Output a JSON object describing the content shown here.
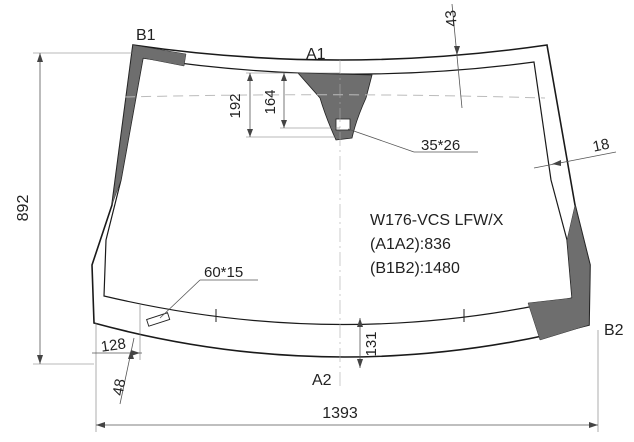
{
  "points": {
    "a1": "A1",
    "a2": "A2",
    "b1": "B1",
    "b2": "B2"
  },
  "dimensions": {
    "height_total": "892",
    "width_total": "1393",
    "top_edge": "43",
    "side_edge": "18",
    "sensor_outer": "192",
    "sensor_inner": "164",
    "sensor_cutout": "35*26",
    "vin_window": "60*15",
    "bottom_left_horizontal": "128",
    "bottom_left_vertical": "48",
    "bottom_center": "131"
  },
  "info": {
    "model": "W176-VCS LFW/X",
    "a1a2": "(A1A2):836",
    "b1b2": "(B1B2):1480"
  },
  "colors": {
    "glass_outline": "#1a1a1a",
    "ceramic_band": "#6e6e6e",
    "background": "#ffffff"
  }
}
